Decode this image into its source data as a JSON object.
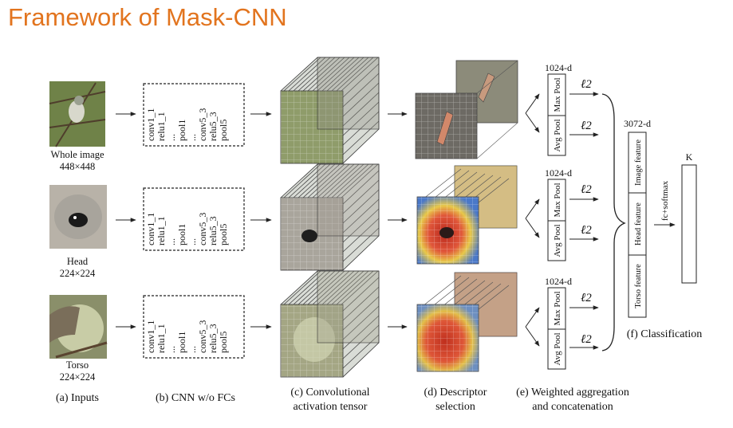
{
  "title": "Framework of Mask-CNN",
  "colors": {
    "title": "#e2741e",
    "arrow": "#222222",
    "heat_red": "#d8442c",
    "heat_yellow": "#e8c84a",
    "heat_blue": "#4a78c8",
    "bird_green": "#7c8b52",
    "bird_brown": "#8a6e52"
  },
  "rows": [
    {
      "input_caption": "Whole image",
      "input_size": "448×448",
      "cnn_layers": [
        "conv1_1",
        "relu1_1",
        "...",
        "pool1",
        "...",
        "conv5_3",
        "relu5_3",
        "pool5"
      ],
      "pool_dim": "1024-d",
      "max_pool": "Max Pool",
      "avg_pool": "Avg Pool",
      "l2": "ℓ2"
    },
    {
      "input_caption": "Head",
      "input_size": "224×224",
      "cnn_layers": [
        "conv1_1",
        "relu1_1",
        "...",
        "pool1",
        "...",
        "conv5_3",
        "relu5_3",
        "pool5"
      ],
      "pool_dim": "1024-d",
      "max_pool": "Max Pool",
      "avg_pool": "Avg Pool",
      "l2": "ℓ2"
    },
    {
      "input_caption": "Torso",
      "input_size": "224×224",
      "cnn_layers": [
        "conv1_1",
        "relu1_1",
        "...",
        "pool1",
        "...",
        "conv5_3",
        "relu5_3",
        "pool5"
      ],
      "pool_dim": "1024-d",
      "max_pool": "Max Pool",
      "avg_pool": "Avg Pool",
      "l2": "ℓ2"
    }
  ],
  "concat": {
    "dim": "3072-d",
    "segments": [
      "Image feature",
      "Head feature",
      "Torso feature"
    ]
  },
  "classifier": {
    "op": "fc+softmax",
    "output": "K"
  },
  "stage_labels": {
    "inputs": "(a) Inputs",
    "cnn": "(b) CNN w/o FCs",
    "conv_line1": "(c) Convolutional",
    "conv_line2": "activation tensor",
    "desc_line1": "(d) Descriptor",
    "desc_line2": "selection",
    "agg_line1": "(e) Weighted aggregation",
    "agg_line2": "and concatenation",
    "classification": "(f) Classification"
  }
}
